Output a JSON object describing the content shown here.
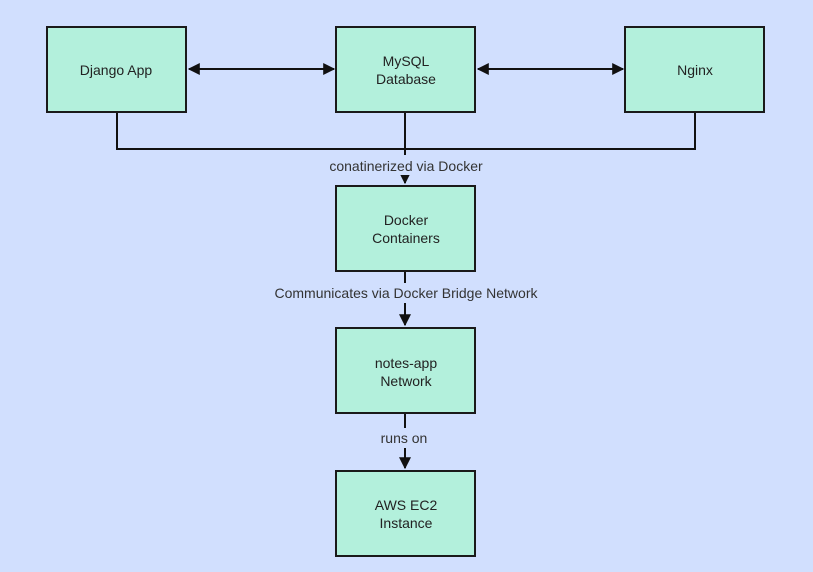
{
  "colors": {
    "background": "#d1dffe",
    "node_fill": "#b3f0dc",
    "node_stroke": "#1a1a1a",
    "edge": "#111111",
    "text": "#222222"
  },
  "nodes": {
    "django": {
      "lines": [
        "Django App"
      ]
    },
    "mysql": {
      "lines": [
        "MySQL",
        "Database"
      ]
    },
    "nginx": {
      "lines": [
        "Nginx"
      ]
    },
    "docker": {
      "lines": [
        "Docker",
        "Containers"
      ]
    },
    "network": {
      "lines": [
        "notes-app",
        "Network"
      ]
    },
    "ec2": {
      "lines": [
        "AWS EC2",
        "Instance"
      ]
    }
  },
  "edges": {
    "containerized": {
      "label": "conatinerized via Docker"
    },
    "communicates": {
      "label": "Communicates via Docker Bridge Network"
    },
    "runs_on": {
      "label": "runs on"
    }
  }
}
